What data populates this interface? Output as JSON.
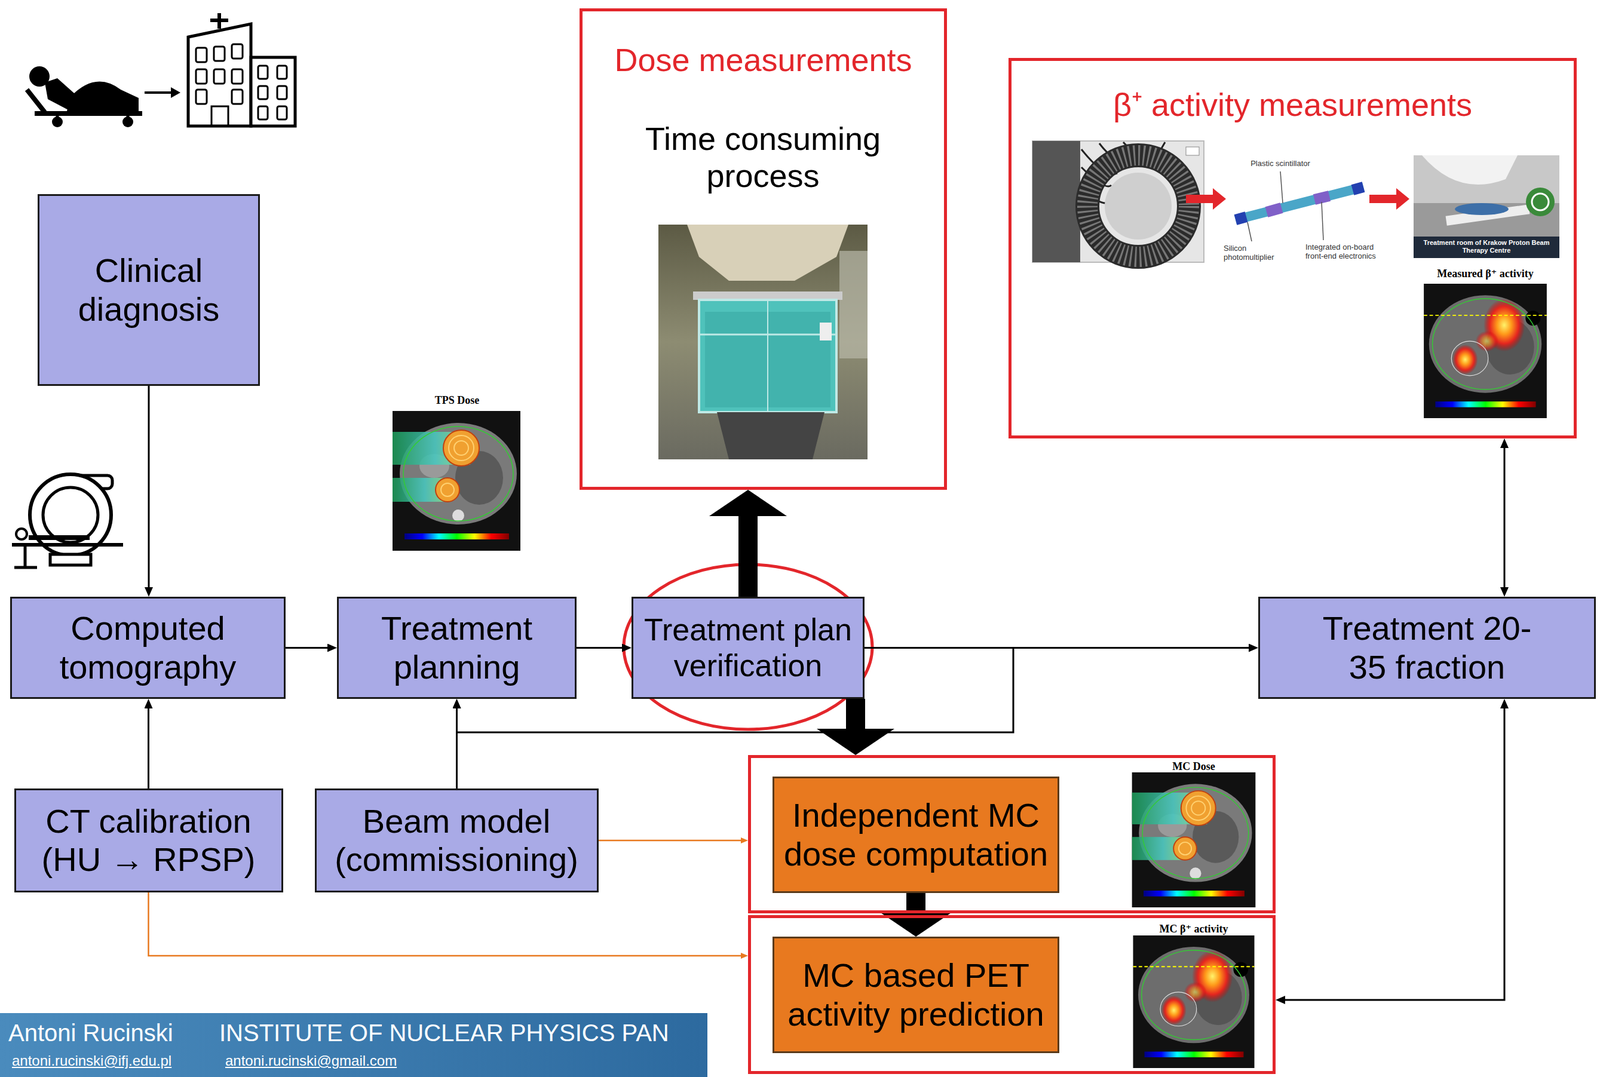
{
  "diagram": {
    "nodes": [
      {
        "text": [
          "Clinical diagnosis"
        ]
      },
      {
        "text": [
          "Dose measurements",
          "Time consuming process"
        ]
      },
      {
        "text": [
          "β⁺ activity measurements"
        ]
      },
      {
        "text": [
          "Computed tomography"
        ]
      },
      {
        "text": [
          "Treatment planning"
        ]
      },
      {
        "text": [
          "Treatment plan verification"
        ]
      },
      {
        "text": [
          "Treatment 20-35 fraction"
        ]
      },
      {
        "text": [
          "CT calibration (HU → RPSP)"
        ]
      },
      {
        "text": [
          "Beam model (commissioning)"
        ]
      },
      {
        "text": [
          "MC Dose"
        ]
      },
      {
        "text": [
          "Independent MC dose computation"
        ],
        "in": 9
      },
      {
        "text": [
          "MC β⁺ activity"
        ]
      },
      {
        "text": [
          "MC based PET activity prediction"
        ],
        "in": 11
      }
    ],
    "edges": [
      {
        "from": 0,
        "to": 3,
        "arrow": "to"
      },
      {
        "from": 3,
        "to": 4,
        "arrow": "to"
      },
      {
        "from": 4,
        "to": 5,
        "arrow": "to"
      },
      {
        "from": 5,
        "to": 6,
        "arrow": "to"
      },
      {
        "from": 5,
        "to": 4,
        "arrow": "to"
      },
      {
        "from": 5,
        "to": 1,
        "arrow": "to"
      },
      {
        "from": 5,
        "to": 9,
        "arrow": "to"
      },
      {
        "from": 10,
        "to": 12,
        "arrow": "to"
      },
      {
        "from": 6,
        "to": 2,
        "arrow": "both"
      },
      {
        "from": 6,
        "to": 11,
        "arrow": "both"
      },
      {
        "from": 7,
        "to": 3,
        "arrow": "to"
      },
      {
        "from": 8,
        "to": 4,
        "arrow": "to"
      },
      {
        "from": 8,
        "to": 9,
        "arrow": "to"
      },
      {
        "from": 7,
        "to": 11,
        "arrow": "to"
      }
    ],
    "labels": [
      "TPS Dose",
      "Plastic scintillator",
      "Silicon photomultiplier",
      "Integrated on-board front-end electronics",
      "Treatment room of Krakow Proton Beam Therapy Centre",
      "Measured β⁺ activity",
      "Antoni Rucinski",
      "INSTITUTE OF NUCLEAR PHYSICS PAN",
      "antoni.rucinski@ifj.edu.pl",
      "antoni.rucinski@gmail.com"
    ]
  }
}
